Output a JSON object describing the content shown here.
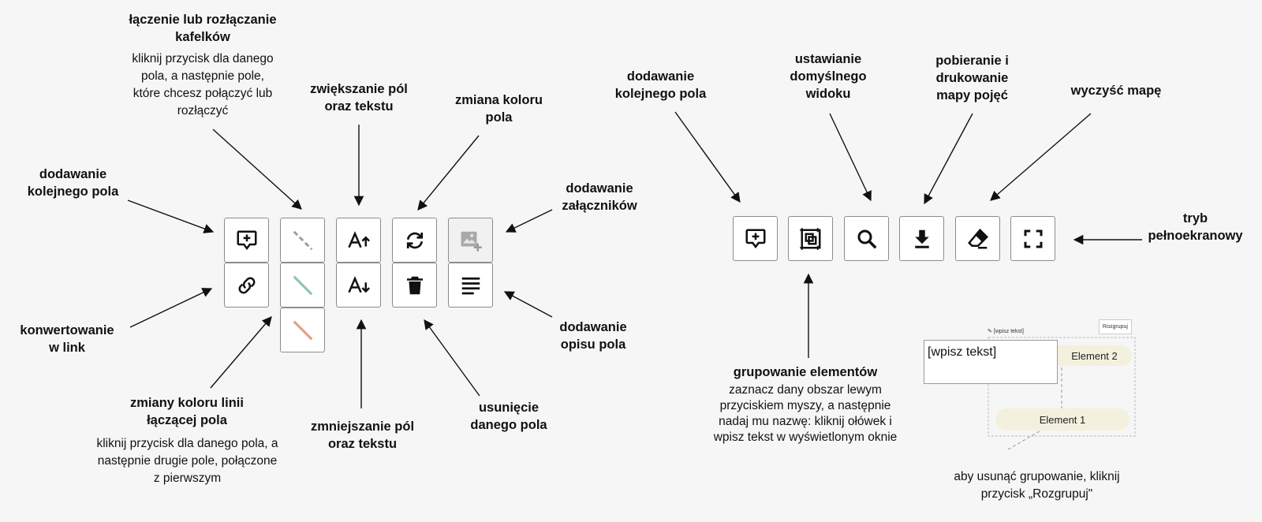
{
  "left_toolbar": {
    "join_tiles": {
      "title": "łączenie lub rozłączanie kafelków",
      "desc": "kliknij przycisk dla danego pola, a następnie pole, które chcesz połączyć lub rozłączyć"
    },
    "enlarge": {
      "title": "zwiększanie pól oraz tekstu"
    },
    "change_color": {
      "title": "zmiana koloru pola"
    },
    "add_field": {
      "title": "dodawanie kolejnego pola"
    },
    "attachments": {
      "title": "dodawanie załączników"
    },
    "convert_link": {
      "title": "konwertowanie w link"
    },
    "description": {
      "title": "dodawanie opisu pola"
    },
    "line_colors": {
      "title": "zmiany koloru linii łączącej pola",
      "desc": "kliknij przycisk dla danego pola, a następnie drugie pole, połączone z pierwszym"
    },
    "shrink": {
      "title": "zmniejszanie pól oraz tekstu"
    },
    "delete": {
      "title": "usunięcie danego pola"
    }
  },
  "right_toolbar": {
    "add_field": {
      "title": "dodawanie kolejnego pola"
    },
    "default_view": {
      "title": "ustawianie domyślnego widoku"
    },
    "download": {
      "title": "pobieranie i drukowanie mapy pojęć"
    },
    "clear": {
      "title": "wyczyść mapę"
    },
    "fullscreen": {
      "title": "tryb pełnoekranowy"
    },
    "grouping": {
      "title": "grupowanie elementów",
      "desc": "zaznacz dany obszar lewym przyciskiem myszy, a następnie nadaj mu nazwę: kliknij ołówek i wpisz tekst w wyświetlonym oknie"
    }
  },
  "group_demo": {
    "pencil_label": "✎ [wpisz tekst]",
    "ungroup_button": "Rozgrupuj",
    "input_value": "[wpisz tekst]",
    "element2": "Element 2",
    "element1": "Element 1",
    "ungroup_hint": "aby usunąć grupowanie, kliknij przycisk „Rozgrupuj\""
  },
  "icons": {
    "add-field": "comment-plus-icon",
    "link": "link-icon",
    "line-gray": "dashed-line-icon",
    "line-green": "green-line-icon",
    "line-orange": "orange-line-icon",
    "font-up": "font-increase-icon",
    "font-down": "font-decrease-icon",
    "color": "refresh-icon",
    "trash": "trash-icon",
    "image": "image-plus-icon",
    "notes": "text-lines-icon",
    "group": "group-select-icon",
    "search": "search-icon",
    "download": "download-icon",
    "eraser": "eraser-icon",
    "fullscreen": "fullscreen-icon"
  },
  "colors": {
    "line_gray": "#9e9e9e",
    "line_green": "#8fc7ae",
    "line_orange": "#e2a083",
    "pill": "#f3f0dd"
  }
}
